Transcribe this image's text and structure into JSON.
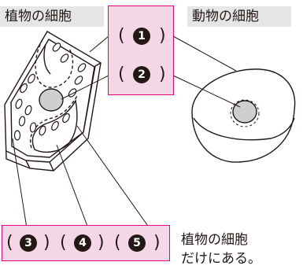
{
  "labels": {
    "plant_cell": "植物の細胞",
    "animal_cell": "動物の細胞",
    "plant_only_line1": "植物の細胞",
    "plant_only_line2": "だけにある。"
  },
  "blanks": {
    "open": "(",
    "close": ")",
    "n1": "1",
    "n2": "2",
    "n3": "3",
    "n4": "4",
    "n5": "5"
  },
  "colors": {
    "box_fill": "#f5d6e6",
    "box_border": "#e5007f",
    "label_bg": "#e6e6e6",
    "ink": "#231815"
  }
}
